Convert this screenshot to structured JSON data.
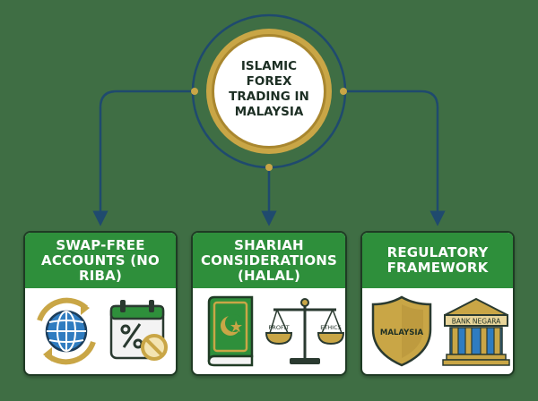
{
  "center": {
    "title": "ISLAMIC FOREX TRADING IN MALAYSIA"
  },
  "cards": [
    {
      "title": "SWAP-FREE ACCOUNTS (NO RIBA)",
      "icons": [
        "globe-exchange-icon",
        "calendar-percent-no-icon"
      ]
    },
    {
      "title": "SHARIAH CONSIDERATIONS (HALAL)",
      "icons": [
        "holy-book-icon",
        "balance-scale-icon"
      ],
      "scale_left_label": "PROFIT",
      "scale_right_label": "ETHICS"
    },
    {
      "title": "REGULATORY FRAMEWORK",
      "icons": [
        "shield-icon",
        "bank-building-icon"
      ],
      "shield_label": "MALAYSIA",
      "bank_label": "BANK NEGARA"
    }
  ],
  "colors": {
    "background": "#3f6e44",
    "card_header": "#2e8f3b",
    "gold": "#c9a646",
    "navy": "#1f4e79",
    "connector": "#1f4a6e"
  }
}
